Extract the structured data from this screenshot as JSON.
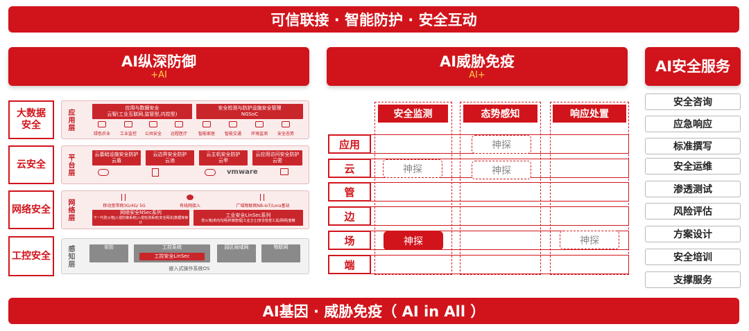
{
  "top_banner": "可信联接 · 智能防护 · 安全互动",
  "bottom_banner": "AI基因 · 威胁免疫（ AI in All ）",
  "left_panel": {
    "title": "AI纵深防御",
    "subtitle": "+AI",
    "rows": [
      {
        "label": "大数据\n安全",
        "layer": "应用层",
        "box1": {
          "line1": "应用与数据安全",
          "line2": "云智(工业互联网,监管型,内控型)"
        },
        "box2": {
          "line1": "安全检测与防护设施安全管理",
          "line2": "NGSoC"
        },
        "items": [
          "绿色农业",
          "工业监控",
          "公共安全",
          "远程医疗",
          "智能家居",
          "智能交通",
          "环境监测",
          "安全态势"
        ]
      },
      {
        "label": "云安全",
        "layer": "平台层",
        "boxes": [
          {
            "line1": "云基础设施安全防护",
            "line2": "云盾"
          },
          {
            "line1": "云边界安全防护",
            "line2": "云池"
          },
          {
            "line1": "云主机安全防护",
            "line2": "云甲"
          },
          {
            "line1": "云应用访问安全防护",
            "line2": "云密"
          }
        ],
        "vmware": "vmware"
      },
      {
        "label": "网络安全",
        "layer": "网络层",
        "top_labels": [
          "移动宽带网3G/4G/ 5G",
          "有线网接入",
          "广域物联网NB-IoT/Lora基站"
        ],
        "box1": {
          "line1": "网络安全NSec系列",
          "line2": "下一代防火墙|入侵防御系统|入侵检测系统|安全网关|数据库审计"
        },
        "box2": {
          "line1": "工业安全LinSec系列",
          "line2": "防火墙|单向光闸|终端管理|工业卫士|安全检查工具|网闸|蜜罐"
        }
      },
      {
        "label": "工控安全",
        "layer": "感知层",
        "boxes": [
          "安防",
          "工控系统",
          "园区局域网",
          "物联网"
        ],
        "linsec": "工控安全LinSec",
        "os": "嵌入式操作系统OS"
      }
    ]
  },
  "middle_panel": {
    "title": "AI威胁免疫",
    "subtitle": "AI+",
    "columns": [
      "安全监测",
      "态势感知",
      "响应处置"
    ],
    "rows": [
      "应用",
      "云",
      "管",
      "边",
      "场",
      "端"
    ],
    "cell_text": "神探"
  },
  "right_panel": {
    "title": "AI安全服务",
    "services": [
      "安全咨询",
      "应急响应",
      "标准撰写",
      "安全运维",
      "渗透测试",
      "风险评估",
      "方案设计",
      "安全培训",
      "支撑服务"
    ]
  },
  "colors": {
    "brand_red": "#d1141b",
    "pale_red": "#fbecec",
    "gray": "#8a8a8a"
  }
}
